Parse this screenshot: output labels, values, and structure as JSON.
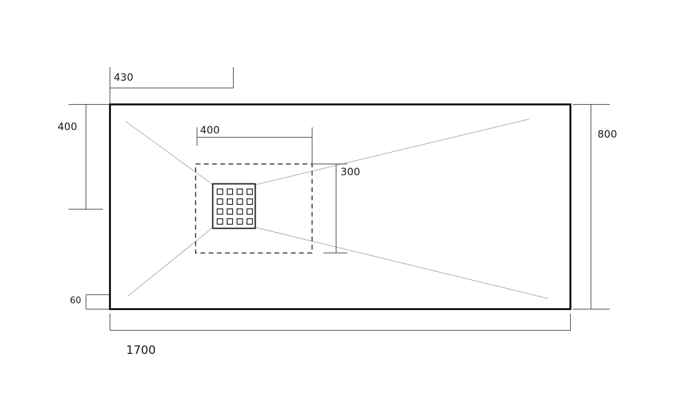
{
  "dims": {
    "top_offset": "430",
    "left_inset": "400",
    "drain_zone_width": "400",
    "drain_zone_height": "300",
    "tray_depth": "800",
    "edge_thickness": "60",
    "tray_length": "1700"
  },
  "colors": {
    "outline": "#111111",
    "dimension_line": "#4a4a4a",
    "fall_line": "#a9a9a9",
    "background": "#ffffff"
  }
}
